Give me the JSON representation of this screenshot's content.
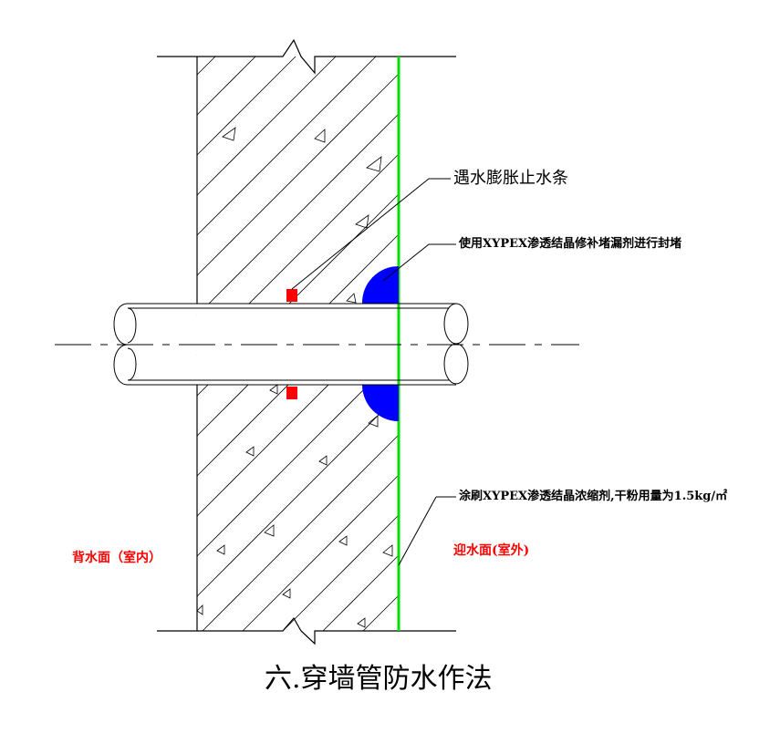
{
  "labels": {
    "waterstop": "遇水膨胀止水条",
    "repair": "使用XYPEX渗透结晶修补堵漏剂进行封堵",
    "coating": "涂刷XYPEX渗透结晶浓缩剂,干粉用量为1.5kg/㎡",
    "back_side": "背水面（室内）",
    "water_side": "迎水面(室外)"
  },
  "title": "六.穿墙管防水作法",
  "colors": {
    "membrane": "#00e000",
    "sealant": "#0000ff",
    "waterstop": "#ff0000",
    "note": "#ff0000"
  }
}
